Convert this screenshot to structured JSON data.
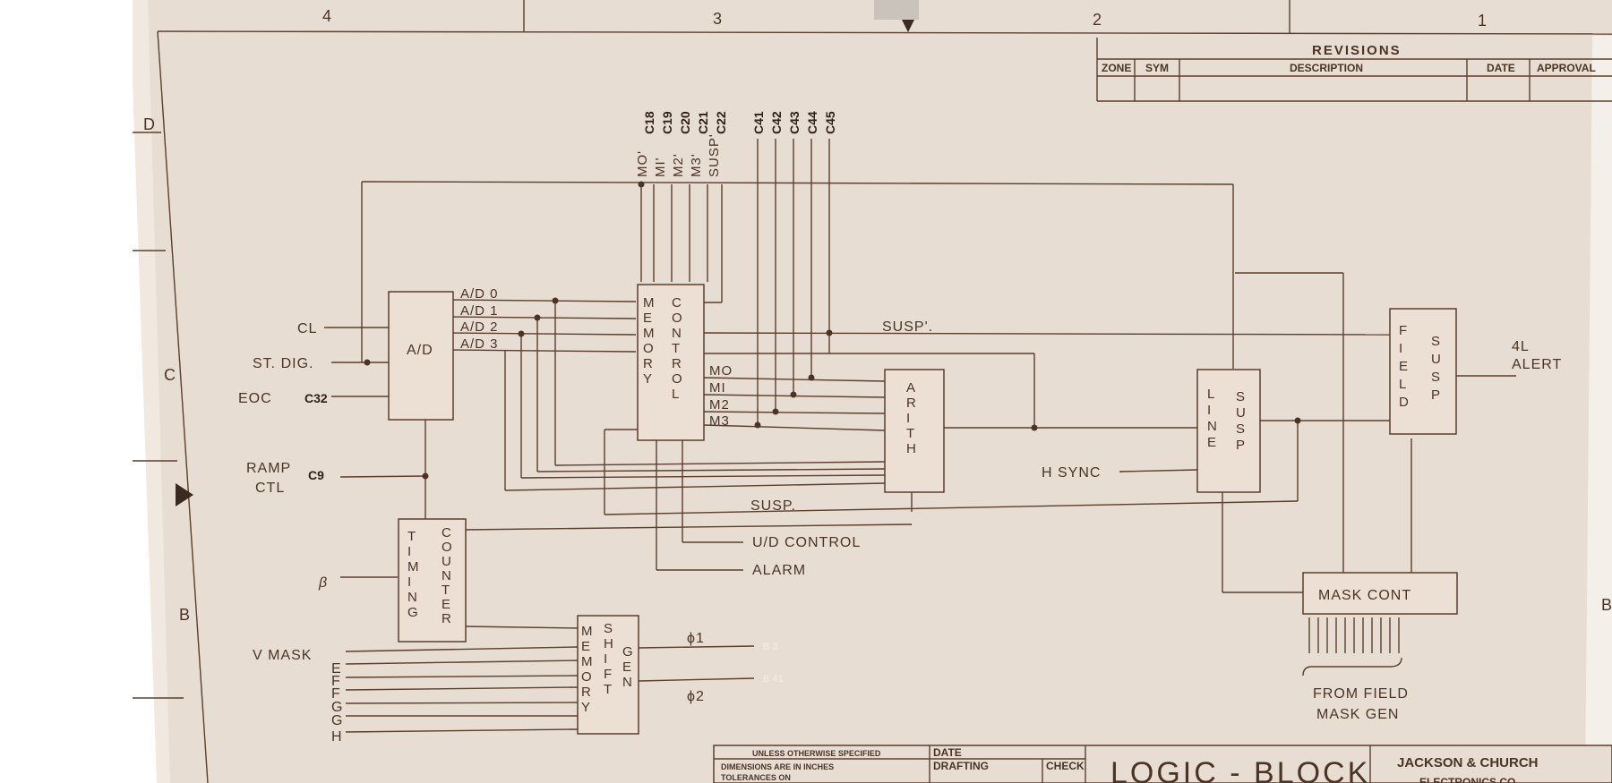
{
  "zones": {
    "top": [
      "4",
      "3",
      "2",
      "1"
    ],
    "left": [
      "D",
      "C",
      "B"
    ],
    "right": "B"
  },
  "revisions": {
    "title": "REVISIONS",
    "columns": [
      "ZONE",
      "SYM",
      "DESCRIPTION",
      "DATE",
      "APPROVAL"
    ]
  },
  "blocks": {
    "ad": "A/D",
    "memory_control": {
      "left": "MEMORY",
      "right": "CONTROL"
    },
    "arith": "ARITH",
    "timing_counter": {
      "left": "TIMING",
      "right": "COUNTER"
    },
    "memory_shift_gen": {
      "left": "MEMORY",
      "mid": "SHIFT",
      "right": "GEN"
    },
    "line_susp": {
      "left": "LINE",
      "right": "SUSP"
    },
    "field_susp": {
      "left": "FIELD",
      "right": "SUSP"
    },
    "mask_cont": "MASK CONT"
  },
  "inputs": {
    "cl": "CL",
    "st_dig": "ST. DIG.",
    "eoc": "EOC",
    "c32": "C32",
    "ramp": "RAMP",
    "ctl": "CTL",
    "c9": "C9",
    "beta": "β",
    "v_mask": "V  MASK",
    "mask_letters": [
      "E",
      "F",
      "F",
      "G",
      "G",
      "H"
    ],
    "h_sync": "H SYNC"
  },
  "ad_outputs": [
    "A/D 0",
    "A/D 1",
    "A/D 2",
    "A/D 3"
  ],
  "mc_top_labels": [
    "MO'",
    "MI'",
    "M2'",
    "M3'",
    "SUSP'"
  ],
  "mc_top_codes": [
    "C18",
    "C19",
    "C20",
    "C21",
    "C22"
  ],
  "c_outputs": [
    "C41",
    "C42",
    "C43",
    "C44",
    "C45"
  ],
  "mc_outputs": [
    "MO",
    "MI",
    "M2",
    "M3"
  ],
  "signals": {
    "susp_prime": "SUSP'.",
    "susp": "SUSP.",
    "ud_control": "U/D CONTROL",
    "alarm": "ALARM",
    "phi1": "ϕ1",
    "phi2": "ϕ2",
    "phi1_code": "B 3",
    "phi2_code": "B 41",
    "alert_num": "4L",
    "alert": "ALERT",
    "from_field": "FROM FIELD",
    "mask_gen": "MASK GEN"
  },
  "title_block": {
    "unless": "UNLESS OTHERWISE SPECIFIED",
    "dimensions": "DIMENSIONS ARE IN INCHES",
    "tolerances": "TOLERANCES ON",
    "date": "DATE",
    "drafting": "DRAFTING",
    "check": "CHECK",
    "title": "LOGIC - BLOCK",
    "company": "JACKSON & CHURCH",
    "company_sub": "ELECTRONICS CO."
  }
}
